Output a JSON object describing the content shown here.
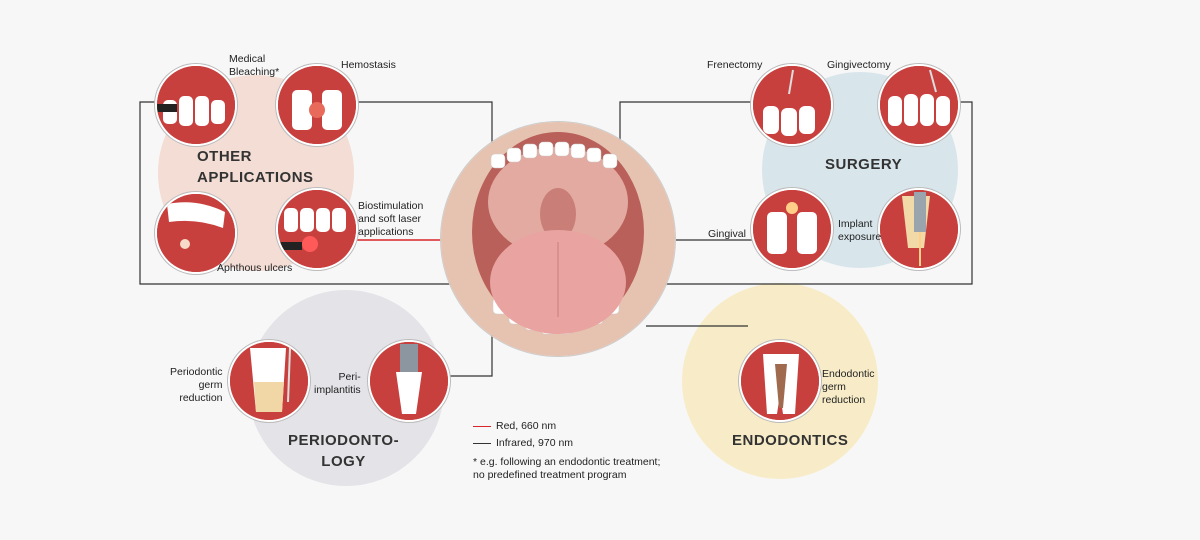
{
  "categories": {
    "other_applications": "OTHER\nAPPLICATIONS",
    "surgery": "SURGERY",
    "periodontology": "PERIODONTO-\nLOGY",
    "endodontics": "ENDODONTICS"
  },
  "labels": {
    "medical_bleaching": "Medical\nBleaching*",
    "hemostasis": "Hemostasis",
    "biostimulation": "Biostimulation\nand soft laser\napplications",
    "aphthous_ulcers": "Aphthous ulcers",
    "frenectomy": "Frenectomy",
    "gingivectomy": "Gingivectomy",
    "gingival": "Gingival",
    "implant_exposure": "Implant\nexposure",
    "periodontic_germ_reduction": "Periodontic\ngerm\nreduction",
    "peri_implantitis": "Peri-\nimplantitis",
    "endodontic_germ_reduction": "Endodontic\ngerm\nreduction"
  },
  "legend": {
    "red": "Red, 660 nm",
    "infrared": "Infrared, 970 nm",
    "note": "* e.g. following an endodontic treatment;\n  no predefined treatment program"
  },
  "colors": {
    "other_bg": "#f3ddd5",
    "surgery_bg": "#d8e6ec",
    "perio_bg": "#e3e3e8",
    "endo_bg": "#f8ecc8",
    "red_laser": "#d9252a",
    "infrared_line": "#333333"
  }
}
